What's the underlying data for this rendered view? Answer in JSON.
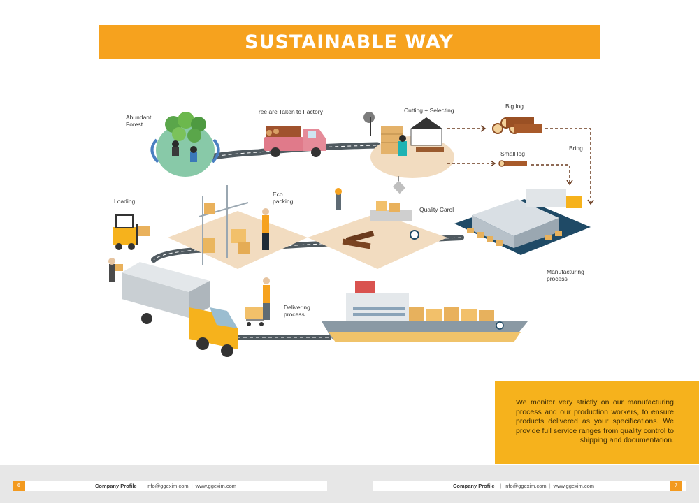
{
  "title": "SUSTAINABLE WAY",
  "labels": {
    "forest": "Abundant Forest",
    "transport": "Tree are Taken to Factory",
    "cutting": "Cutting + Selecting",
    "big_log": "Big log",
    "small_log": "Small log",
    "bring": "Bring",
    "eco_packing": "Eco packing",
    "quality": "Quality Carol",
    "loading": "Loading",
    "manufacturing": "Manufacturing process",
    "delivering": "Delivering process"
  },
  "description": "We monitor very strictly on our manufacturing process and our production workers, to ensure products delivered as your specifications. We provide full service ranges from quality control to shipping and documentation.",
  "footer": {
    "left_page": "6",
    "right_page": "7",
    "company": "Company Profile",
    "email": "info@ggexim.com",
    "website": "www.ggexim.com"
  },
  "colors": {
    "accent": "#f6a21e",
    "box": "#f6b21c",
    "road": "#505a60",
    "teal": "#1f4a66"
  }
}
